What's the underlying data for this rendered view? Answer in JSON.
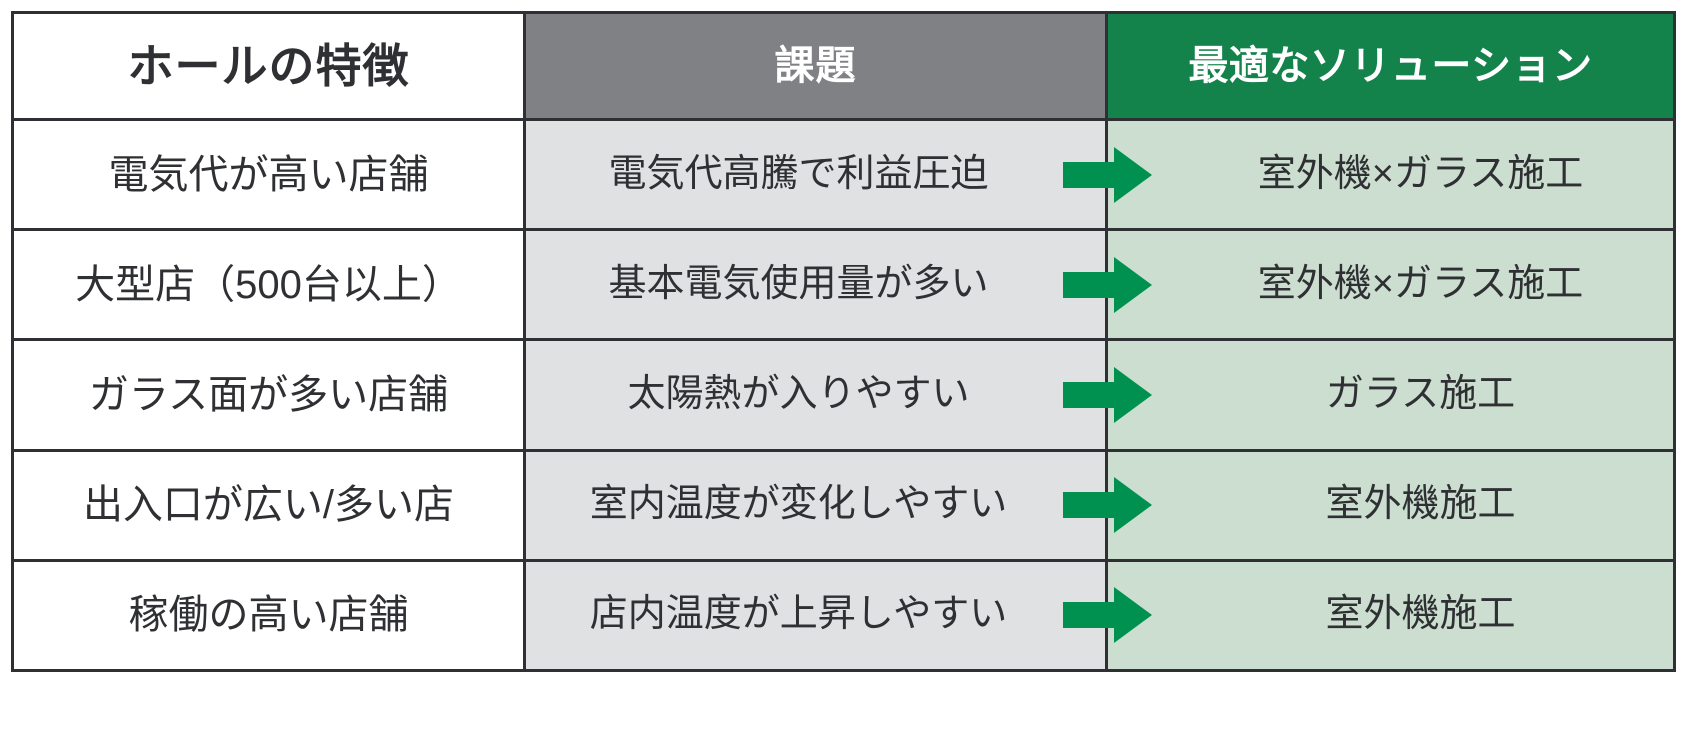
{
  "table": {
    "columns": [
      {
        "key": "feature",
        "label": "ホールの特徴",
        "header_bg": "#ffffff",
        "header_fg": "#2f3033"
      },
      {
        "key": "issue",
        "label": "課題",
        "header_bg": "#808184",
        "header_fg": "#ffffff"
      },
      {
        "key": "solution",
        "label": "最適なソリューション",
        "header_bg": "#13824b",
        "header_fg": "#ffffff"
      }
    ],
    "rows": [
      {
        "feature": "電気代が高い店舗",
        "issue": "電気代高騰で利益圧迫",
        "arrow": "arrow-right-icon",
        "solution": "室外機×ガラス施工"
      },
      {
        "feature": "大型店（500台以上）",
        "issue": "基本電気使用量が多い",
        "arrow": "arrow-right-icon",
        "solution": "室外機×ガラス施工"
      },
      {
        "feature": "ガラス面が多い店舗",
        "issue": "太陽熱が入りやすい",
        "arrow": "arrow-right-icon",
        "solution": "ガラス施工"
      },
      {
        "feature": "出入口が広い/多い店",
        "issue": "室内温度が変化しやすい",
        "arrow": "arrow-right-icon",
        "solution": "室外機施工"
      },
      {
        "feature": "稼働の高い店舗",
        "issue": "店内温度が上昇しやすい",
        "arrow": "arrow-right-icon",
        "solution": "室外機施工"
      }
    ]
  },
  "colors": {
    "border": "#2f3033",
    "header_gray": "#808184",
    "header_green": "#13824b",
    "cell_gray": "#e0e1e2",
    "cell_green": "#ccded0",
    "arrow_green": "#009150",
    "text_dark": "#2f3033",
    "text_light": "#ffffff"
  }
}
